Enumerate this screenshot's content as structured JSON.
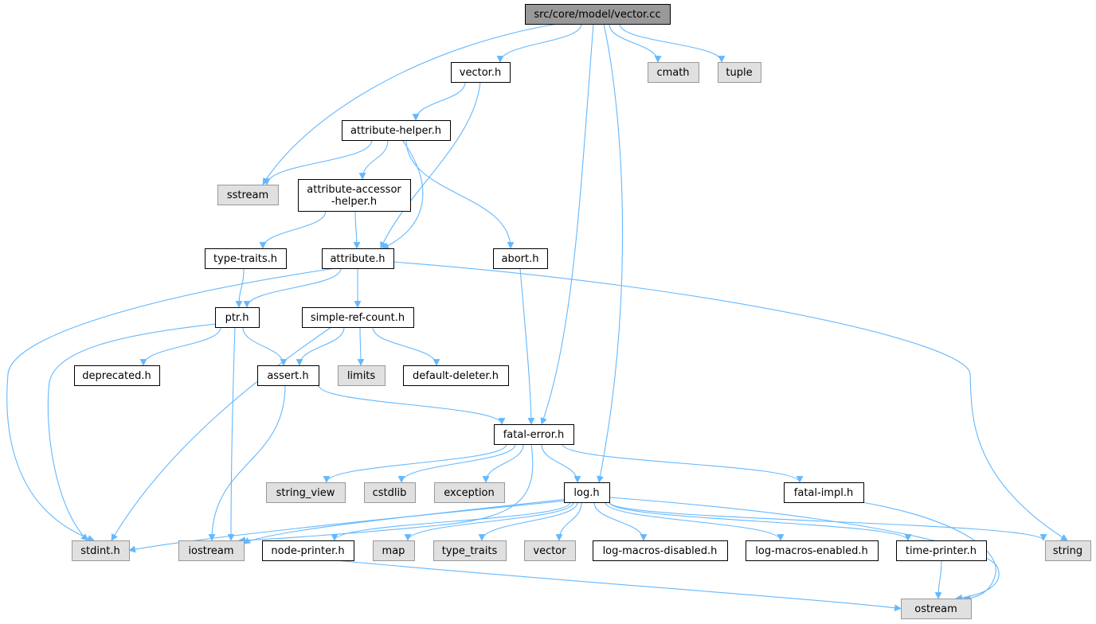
{
  "graph": {
    "colors": {
      "edge": "#63b8ff",
      "root_fill": "#999999",
      "internal_fill": "#ffffff",
      "external_fill": "#e0e0e0",
      "external_border": "#999999",
      "internal_border": "#000000"
    },
    "nodes": [
      {
        "id": "vector_cc",
        "kind": "root",
        "label": "src/core/model/vector.cc"
      },
      {
        "id": "vector_h",
        "kind": "internal",
        "label": "vector.h"
      },
      {
        "id": "cmath",
        "kind": "external",
        "label": "cmath"
      },
      {
        "id": "tuple",
        "kind": "external",
        "label": "tuple"
      },
      {
        "id": "attribute_helper_h",
        "kind": "internal",
        "label": "attribute-helper.h"
      },
      {
        "id": "sstream",
        "kind": "external",
        "label": "sstream"
      },
      {
        "id": "attribute_accessor_helper_h",
        "kind": "internal",
        "label": "attribute-accessor\n-helper.h"
      },
      {
        "id": "type_traits_h",
        "kind": "internal",
        "label": "type-traits.h"
      },
      {
        "id": "attribute_h",
        "kind": "internal",
        "label": "attribute.h"
      },
      {
        "id": "abort_h",
        "kind": "internal",
        "label": "abort.h"
      },
      {
        "id": "ptr_h",
        "kind": "internal",
        "label": "ptr.h"
      },
      {
        "id": "simple_ref_count_h",
        "kind": "internal",
        "label": "simple-ref-count.h"
      },
      {
        "id": "deprecated_h",
        "kind": "internal",
        "label": "deprecated.h"
      },
      {
        "id": "assert_h",
        "kind": "internal",
        "label": "assert.h"
      },
      {
        "id": "limits",
        "kind": "external",
        "label": "limits"
      },
      {
        "id": "default_deleter_h",
        "kind": "internal",
        "label": "default-deleter.h"
      },
      {
        "id": "fatal_error_h",
        "kind": "internal",
        "label": "fatal-error.h"
      },
      {
        "id": "string_view",
        "kind": "external",
        "label": "string_view"
      },
      {
        "id": "cstdlib",
        "kind": "external",
        "label": "cstdlib"
      },
      {
        "id": "exception",
        "kind": "external",
        "label": "exception"
      },
      {
        "id": "log_h",
        "kind": "internal",
        "label": "log.h"
      },
      {
        "id": "fatal_impl_h",
        "kind": "internal",
        "label": "fatal-impl.h"
      },
      {
        "id": "stdint_h",
        "kind": "external",
        "label": "stdint.h"
      },
      {
        "id": "iostream",
        "kind": "external",
        "label": "iostream"
      },
      {
        "id": "node_printer_h",
        "kind": "internal",
        "label": "node-printer.h"
      },
      {
        "id": "map",
        "kind": "external",
        "label": "map"
      },
      {
        "id": "type_traits",
        "kind": "external",
        "label": "type_traits"
      },
      {
        "id": "vector",
        "kind": "external",
        "label": "vector"
      },
      {
        "id": "log_macros_disabled_h",
        "kind": "internal",
        "label": "log-macros-disabled.h"
      },
      {
        "id": "log_macros_enabled_h",
        "kind": "internal",
        "label": "log-macros-enabled.h"
      },
      {
        "id": "time_printer_h",
        "kind": "internal",
        "label": "time-printer.h"
      },
      {
        "id": "string",
        "kind": "external",
        "label": "string"
      },
      {
        "id": "ostream",
        "kind": "external",
        "label": "ostream"
      }
    ],
    "edges": [
      [
        "vector_cc",
        "sstream"
      ],
      [
        "vector_cc",
        "vector_h"
      ],
      [
        "vector_cc",
        "fatal_error_h"
      ],
      [
        "vector_cc",
        "log_h"
      ],
      [
        "vector_cc",
        "cmath"
      ],
      [
        "vector_cc",
        "tuple"
      ],
      [
        "vector_h",
        "attribute_helper_h"
      ],
      [
        "vector_h",
        "attribute_h"
      ],
      [
        "attribute_helper_h",
        "sstream"
      ],
      [
        "attribute_helper_h",
        "attribute_accessor_helper_h"
      ],
      [
        "attribute_helper_h",
        "attribute_h"
      ],
      [
        "attribute_helper_h",
        "abort_h"
      ],
      [
        "attribute_accessor_helper_h",
        "type_traits_h"
      ],
      [
        "attribute_accessor_helper_h",
        "attribute_h"
      ],
      [
        "type_traits_h",
        "ptr_h"
      ],
      [
        "attribute_h",
        "stdint_h"
      ],
      [
        "attribute_h",
        "ptr_h"
      ],
      [
        "attribute_h",
        "simple_ref_count_h"
      ],
      [
        "attribute_h",
        "string"
      ],
      [
        "abort_h",
        "fatal_error_h"
      ],
      [
        "ptr_h",
        "stdint_h"
      ],
      [
        "ptr_h",
        "deprecated_h"
      ],
      [
        "ptr_h",
        "assert_h"
      ],
      [
        "ptr_h",
        "iostream"
      ],
      [
        "simple_ref_count_h",
        "stdint_h"
      ],
      [
        "simple_ref_count_h",
        "assert_h"
      ],
      [
        "simple_ref_count_h",
        "limits"
      ],
      [
        "simple_ref_count_h",
        "default_deleter_h"
      ],
      [
        "assert_h",
        "iostream"
      ],
      [
        "assert_h",
        "fatal_error_h"
      ],
      [
        "fatal_error_h",
        "string_view"
      ],
      [
        "fatal_error_h",
        "cstdlib"
      ],
      [
        "fatal_error_h",
        "exception"
      ],
      [
        "fatal_error_h",
        "iostream"
      ],
      [
        "fatal_error_h",
        "log_h"
      ],
      [
        "fatal_error_h",
        "fatal_impl_h"
      ],
      [
        "log_h",
        "stdint_h"
      ],
      [
        "log_h",
        "iostream"
      ],
      [
        "log_h",
        "node_printer_h"
      ],
      [
        "log_h",
        "map"
      ],
      [
        "log_h",
        "type_traits"
      ],
      [
        "log_h",
        "vector"
      ],
      [
        "log_h",
        "log_macros_disabled_h"
      ],
      [
        "log_h",
        "log_macros_enabled_h"
      ],
      [
        "log_h",
        "time_printer_h"
      ],
      [
        "log_h",
        "string"
      ],
      [
        "log_h",
        "ostream"
      ],
      [
        "fatal_impl_h",
        "ostream"
      ],
      [
        "node_printer_h",
        "ostream"
      ],
      [
        "time_printer_h",
        "ostream"
      ]
    ]
  }
}
